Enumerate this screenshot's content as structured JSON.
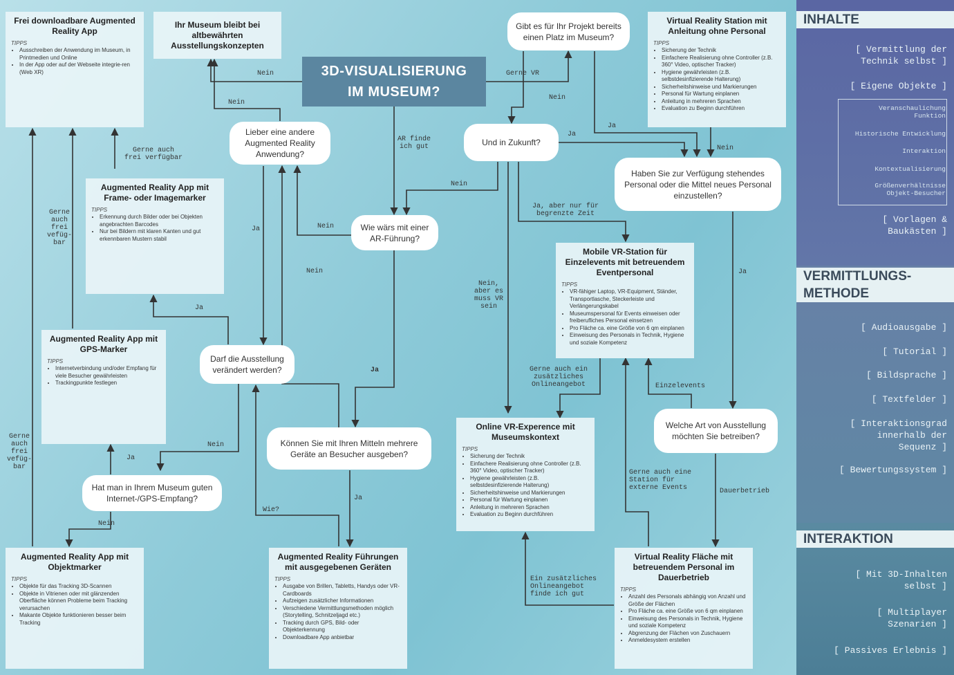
{
  "main_question": {
    "line1": "3D-VISUALISIERUNG",
    "line2": "IM MUSEUM?"
  },
  "tips_label": "TIPPS",
  "boxes": {
    "frei_app": {
      "title": "Frei downloadbare Augmented Reality App",
      "tips": [
        "Ausschreiben der Anwendung im Museum, in Printmedien und Online",
        "In der App oder auf der Webseite integrie-ren (Web XR)"
      ]
    },
    "bewaehrt": {
      "title": "Ihr Museum bleibt bei altbewährten Ausstellungskonzepten"
    },
    "vr_station_ohne": {
      "title": "Virtual Reality Station mit Anleitung ohne Personal",
      "tips": [
        "Sicherung der Technik",
        "Einfachere Realisierung ohne Controller (z.B. 360° Video, optischer Tracker)",
        "Hygiene gewährleisten (z.B. selbstdesinfizierende Halterung)",
        "Sicherheitshinweise und Markierungen",
        "Personal für Wartung einplanen",
        "Anleitung in mehreren Sprachen",
        "Evaluation zu Beginn durchführen"
      ]
    },
    "frame_marker": {
      "title": "Augmented Reality App mit Frame- oder Imagemarker",
      "tips": [
        "Erkennung durch Bilder oder bei Objekten angebrachten Barcodes",
        "Nur bei Bildern mit klaren Kanten und gut erkennbaren Mustern stabil"
      ]
    },
    "gps_marker": {
      "title": "Augmented Reality App mit GPS-Marker",
      "tips": [
        "Internetverbindung und/oder Empfang für viele Besucher gewährleisten",
        "Trackingpunkte festlegen"
      ]
    },
    "objektmarker": {
      "title": "Augmented Reality App mit Objektmarker",
      "tips": [
        "Objekte für das Tracking 3D-Scannen",
        "Objekte in Vitrienen oder mit glänzenden Oberfläche können Probleme beim Tracking verursachen",
        "Makante Objekte funktionieren besser beim Tracking"
      ]
    },
    "fuehrungen": {
      "title": "Augmented Reality Führungen mit ausgegebenen Geräten",
      "tips": [
        "Ausgabe von Brillen, Tabletts, Handys oder VR-Cardboards",
        "Aufzeigen zusätzlicher Informationen",
        "Verschiedene Vermittlungsmethoden möglich (Storytelling, Schnitzeljagd etc.)",
        "Tracking durch GPS, Bild- oder Objekterkennung",
        "Downloadbare App anbietbar"
      ]
    },
    "mobile_vr": {
      "title": "Mobile VR-Station für Einzelevents mit betreuendem Eventpersonal",
      "tips": [
        "VR-fähiger Laptop, VR-Equipment, Ständer, Transportlasche, Steckerleiste und Verlängerungskabel",
        "Museumspersonal für Events einweisen oder freiberufliches Personal einsetzen",
        "Pro Fläche ca. eine Größe von 6 qm einplanen",
        "Einweisung des Personals in Technik, Hygiene und soziale Kompetenz"
      ]
    },
    "online_vr": {
      "title": "Online VR-Experence mit Museumskontext",
      "tips": [
        "Sicherung der Technik",
        "Einfachere Realisierung ohne Controller (z.B. 360° Video, optischer Tracker)",
        "Hygiene gewährleisten (z.B. selbstdesinfizierende Halterung)",
        "Sicherheitshinweise und Markierungen",
        "Personal für Wartung einplanen",
        "Anleitung in mehreren Sprachen",
        "Evaluation zu Beginn durchführen"
      ]
    },
    "vr_flaeche": {
      "title": "Virtual Reality Fläche mit betreuendem Personal im Dauerbetrieb",
      "tips": [
        "Anzahl des Personals abhängig von Anzahl und Größe der Flächen",
        "Pro Fläche ca. eine Größe von 6 qm einplanen",
        "Einweisung des Personals in Technik, Hygiene und soziale Kompetenz",
        "Abgrenzung der Flächen von Zuschauern",
        "Anmeldesystem erstellen"
      ]
    }
  },
  "questions": {
    "platz": "Gibt es für Ihr Projekt bereits einen Platz im Museum?",
    "andere_ar": "Lieber eine andere Augmented Reality Anwendung?",
    "zukunft": "Und in Zukunft?",
    "personal": "Haben Sie zur Verfügung stehendes Personal oder die Mittel neues Personal einzustellen?",
    "ar_fuehrung": "Wie wärs mit einer AR-Führung?",
    "ausstellung": "Darf die Ausstellung verändert werden?",
    "geraete": "Können Sie mit Ihren Mitteln mehrere Geräte an Besucher ausgeben?",
    "art": "Welche Art von Ausstellung möchten Sie betreiben?",
    "internet": "Hat man in Ihrem Museum guten Internet-/GPS-Empfang?"
  },
  "labels": {
    "nein_main": "Nein",
    "gerne_vr": "Gerne VR",
    "nein_andere": "Nein",
    "ar_finde": "AR finde\nich gut",
    "nein_platz": "Nein",
    "ja_platz": "Ja",
    "ja_zukunft": "Ja",
    "nein_personal": "Nein",
    "gerne_frei": "Gerne auch\nfrei verfügbar",
    "nein_zukunft": "Nein",
    "ja_begrenzt": "Ja, aber nur für\nbegrenzte Zeit",
    "gerne_frei_v1": "Gerne\nauch\nfrei\nvefüg-\nbar",
    "ja_andere": "Ja",
    "nein_fuehrung": "Nein",
    "nein_gross": "Nein",
    "nein_vr": "Nein,\naber es\nmuss VR\nsein",
    "ja_personal": "Ja",
    "ja_ausstellung": "Ja",
    "ja_fuehrung": "Ja",
    "gerne_online": "Gerne auch ein\nzusätzliches\nOnlineangebot",
    "einzelevents": "Einzelevents",
    "gerne_frei_v2": "Gerne\nauch\nfrei\nvefüg-\nbar",
    "ja_internet": "Ja",
    "nein_ausstellung": "Nein",
    "ja_geraete": "Ja",
    "wie": "Wie?",
    "nein_internet": "Nein",
    "gerne_station": "Gerne auch eine\nStation für\nexterne Events",
    "dauerbetrieb": "Dauerbetrieb",
    "ein_online": "Ein zusätzliches\nOnlineangebot\nfinde ich gut"
  },
  "sidebar": {
    "inhalte": {
      "heading": "INHALTE",
      "items": [
        "[ Vermittlung der\nTechnik selbst ]",
        "[ Eigene Objekte ]"
      ],
      "subitems": [
        "Veranschaulichung\nFunktion",
        "Historische Entwicklung",
        "Interaktion",
        "Kontextualisierung",
        "Größenverhältnisse\nObjekt-Besucher"
      ],
      "last": "[ Vorlagen &\nBaukästen ]"
    },
    "vermittlung": {
      "heading": "VERMITTLUNGS-\nMETHODE",
      "items": [
        "[ Audioausgabe ]",
        "[ Tutorial ]",
        "[ Bildsprache ]",
        "[ Textfelder ]",
        "[ Interaktionsgrad\ninnerhalb der\nSequenz ]",
        "[ Bewertungssystem ]"
      ]
    },
    "interaktion": {
      "heading": "INTERAKTION",
      "items": [
        "[ Mit 3D-Inhalten\nselbst ]",
        "[ Multiplayer\nSzenarien ]",
        "[ Passives Erlebnis ]"
      ]
    }
  },
  "colors": {
    "main_box": "#5b86a0",
    "sidebar_top": "#5a6aa3",
    "sidebar_mid": "#6a82a6",
    "sidebar_bottom": "#4e7f97"
  }
}
